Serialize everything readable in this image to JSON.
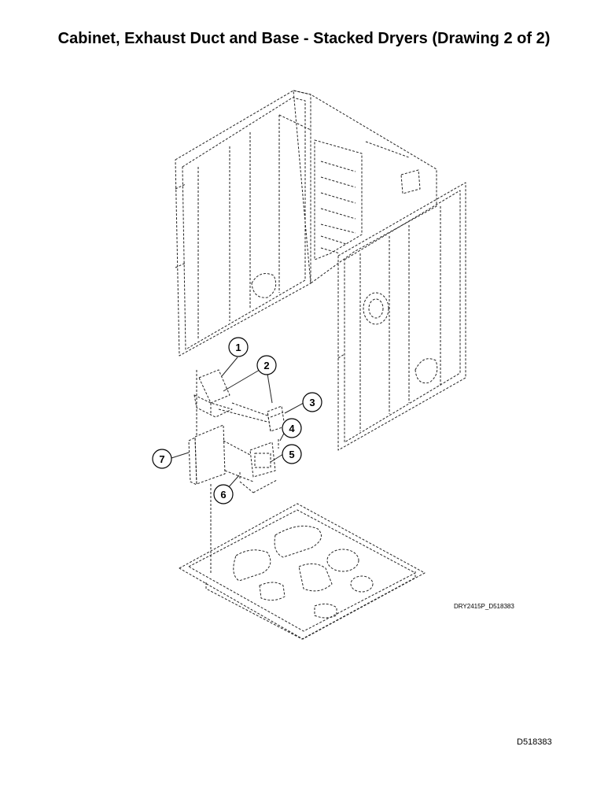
{
  "title": "Cabinet, Exhaust Duct and Base - Stacked Dryers (Drawing 2 of 2)",
  "drawing_id": "DRY2415P_D518383",
  "doc_id": "D518383",
  "callouts": [
    {
      "id": "callout-1",
      "label": "1"
    },
    {
      "id": "callout-2",
      "label": "2"
    },
    {
      "id": "callout-3",
      "label": "3"
    },
    {
      "id": "callout-4",
      "label": "4"
    },
    {
      "id": "callout-5",
      "label": "5"
    },
    {
      "id": "callout-6",
      "label": "6"
    },
    {
      "id": "callout-7",
      "label": "7"
    }
  ]
}
